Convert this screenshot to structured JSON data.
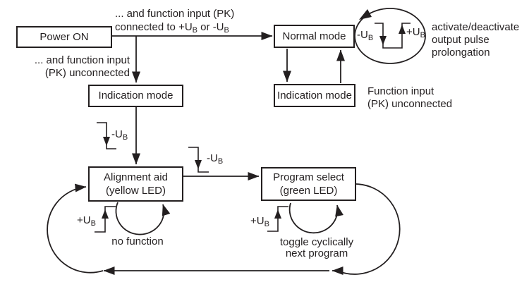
{
  "diagram": {
    "boxes": {
      "power_on": {
        "label": "Power ON"
      },
      "normal_mode": {
        "label": "Normal mode"
      },
      "indication_mode_left": {
        "label": "Indication mode"
      },
      "indication_mode_right": {
        "label": "Indication mode"
      },
      "alignment_aid": {
        "line1": "Alignment aid",
        "line2": "(yellow LED)"
      },
      "program_select": {
        "line1": "Program select",
        "line2": "(green LED)"
      }
    },
    "annotations": {
      "top_condition": {
        "line1": "... and function input (PK)",
        "line2_part1": "connected to +U",
        "line2_sub1": "B",
        "line2_part2": " or -U",
        "line2_sub2": "B"
      },
      "left_condition": {
        "line1": "... and function input",
        "line2": "(PK) unconnected"
      },
      "right_condition": {
        "line1": "Function input",
        "line2": "(PK) unconnected"
      },
      "prolongation_note": {
        "line1": "activate/deactivate",
        "line2": "output pulse",
        "line3": "prolongation"
      },
      "no_function": "no function",
      "toggle_note": {
        "line1": "toggle cyclically",
        "line2": "next program"
      }
    },
    "signal_labels": {
      "minus_pre": "-U",
      "plus_pre": "+U",
      "sub": "B"
    },
    "colors": {
      "line": "#231f20",
      "background": "#ffffff"
    }
  }
}
